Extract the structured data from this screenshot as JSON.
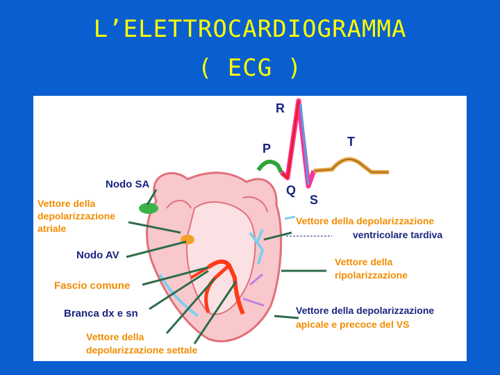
{
  "slide": {
    "title_line1": "L’ELETTROCARDIOGRAMMA",
    "title_line2": "( ECG )"
  },
  "ecg": {
    "waves": {
      "p": "P",
      "q": "Q",
      "r": "R",
      "s": "S",
      "t": "T"
    }
  },
  "labels": {
    "nodo_sa": "Nodo SA",
    "vettore_atriale_1": "Vettore della",
    "vettore_atriale_2": "depolarizzazione",
    "vettore_atriale_3": "atriale",
    "nodo_av": "Nodo AV",
    "fascio_comune": "Fascio comune",
    "branca": "Branca dx e sn",
    "settale_1": "Vettore della",
    "settale_2": "depolarizzazione settale",
    "ventricolare_1": "Vettore della depolarizzazione",
    "ventricolare_2": "ventricolare tardiva",
    "ripol_1": "Vettore della",
    "ripol_2": "ripolarizzazione",
    "apicale_1": "Vettore della depolarizzazione",
    "apicale_2": "apicale e precoce del VS"
  },
  "colors": {
    "background": "#0a5fd0",
    "title": "#ffff00",
    "heart_fill": "#f8c8cc",
    "heart_outline": "#e0707a",
    "conduction": "#ff3a1a",
    "vector_green": "#2d6b4a",
    "label_blue": "#1a237e",
    "label_orange": "#f28c00"
  }
}
